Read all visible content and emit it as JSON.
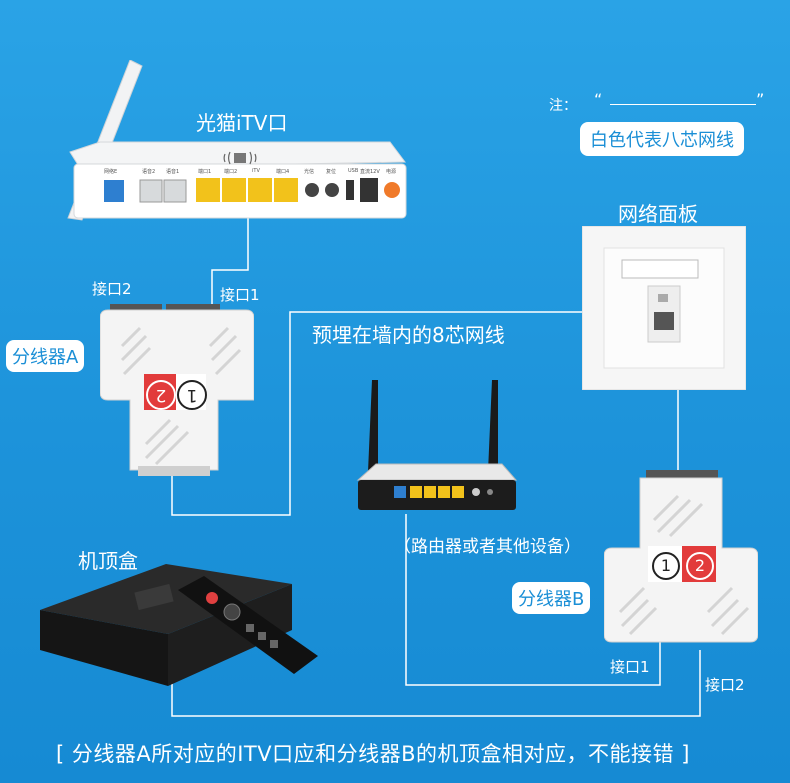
{
  "labels": {
    "modem_itv": "光猫iTV口",
    "splitter_a": "分线器A",
    "splitter_b": "分线器B",
    "panel": "网络面板",
    "embedded_cable": "预埋在墙内的8芯网线",
    "router": "（路由器或者其他设备）",
    "stb": "机顶盒",
    "port1_a": "接口1",
    "port2_a": "接口2",
    "port1_b": "接口1",
    "port2_b": "接口2",
    "num1": "1",
    "num2": "2"
  },
  "note": {
    "prefix": "注：",
    "quote_open": "“",
    "quote_close": "”",
    "legend": "白色代表八芯网线"
  },
  "modem_ports": [
    "网络E",
    "语音2",
    "语音1",
    "端口1",
    "端口2",
    "iTV",
    "端口4",
    "光信",
    "复位",
    "USB",
    "直流12V",
    "电源"
  ],
  "footer": "[  分线器A所对应的ITV口应和分线器B的机顶盒相对应，不能接错  ]",
  "colors": {
    "background": "#1d93da",
    "wire": "#ffffff",
    "badge_red": "#e23b3b",
    "text_blue": "#1b8fd6",
    "port_yellow": "#f2c21b"
  }
}
